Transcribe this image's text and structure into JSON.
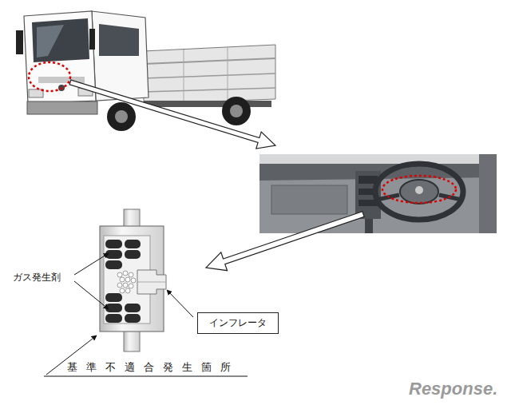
{
  "diagram": {
    "nodes": [
      {
        "text": [
          "インフレータ"
        ]
      }
    ],
    "labels": [
      "ガス発生剤",
      "基準不適合発生箇所",
      "Response."
    ]
  }
}
